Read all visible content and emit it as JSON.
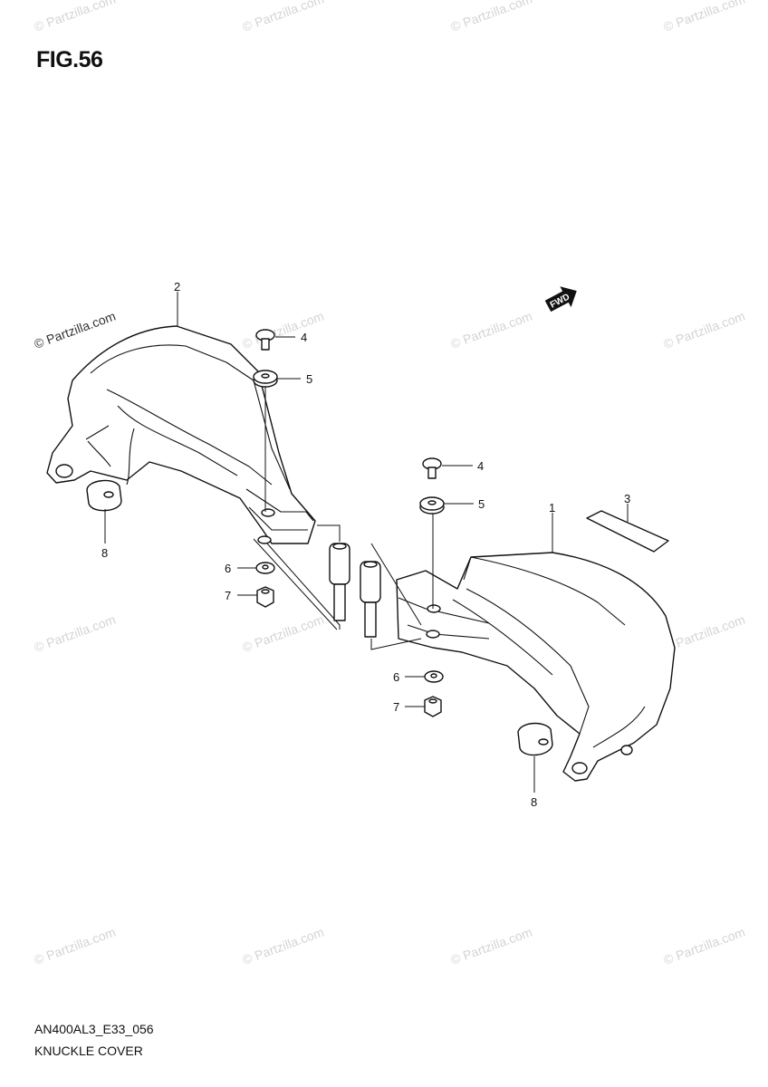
{
  "figure": {
    "title": "FIG.56"
  },
  "footer": {
    "code": "AN400AL3_E33_056",
    "name": "KNUCKLE COVER"
  },
  "watermark": "© Partzilla.com",
  "fwd_label": "FWD",
  "callouts": {
    "c1": "1",
    "c2": "2",
    "c3": "3",
    "c4a": "4",
    "c4b": "4",
    "c5a": "5",
    "c5b": "5",
    "c6a": "6",
    "c6b": "6",
    "c7a": "7",
    "c7b": "7",
    "c8a": "8",
    "c8b": "8"
  }
}
